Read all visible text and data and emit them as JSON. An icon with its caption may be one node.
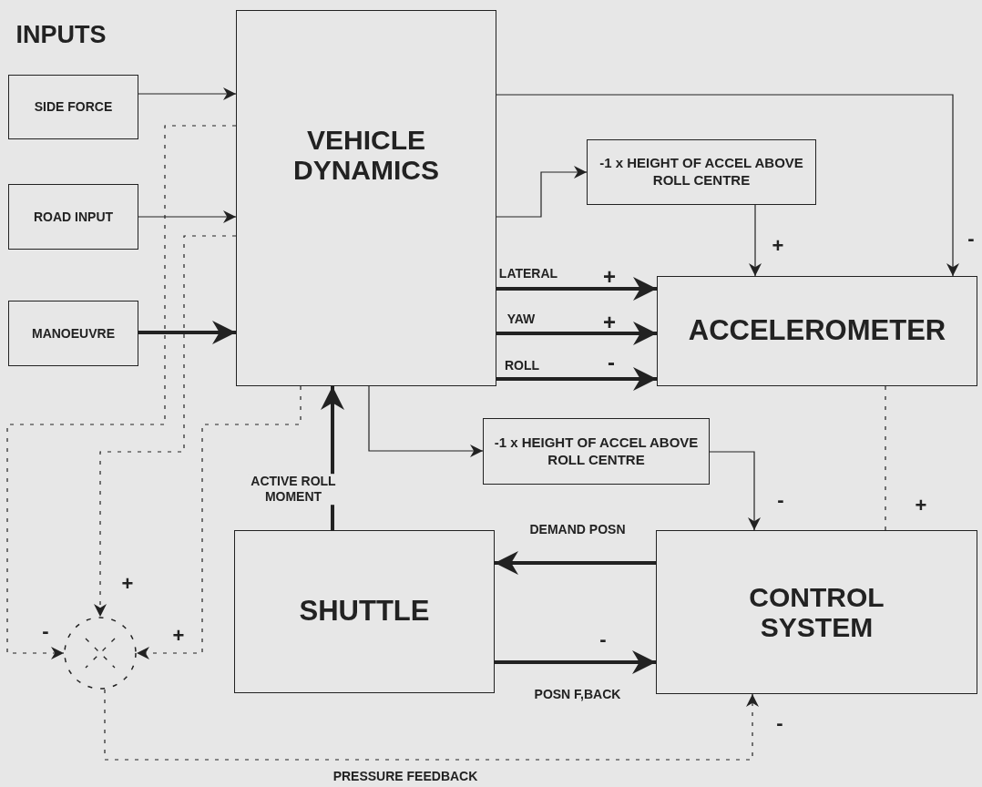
{
  "diagram": {
    "nodes": [
      {
        "text": [
          "SIDE FORCE"
        ]
      },
      {
        "text": [
          "ROAD INPUT"
        ]
      },
      {
        "text": [
          "MANOEUVRE"
        ]
      },
      {
        "text": [
          "VEHICLE DYNAMICS"
        ]
      },
      {
        "text": [
          "-1 x HEIGHT OF ACCEL ABOVE ROLL CENTRE"
        ]
      },
      {
        "text": [
          "ACCELEROMETER"
        ]
      },
      {
        "text": [
          "-1 x HEIGHT OF ACCEL ABOVE ROLL CENTRE"
        ]
      },
      {
        "text": [
          "SHUTTLE"
        ]
      },
      {
        "text": [
          "CONTROL SYSTEM"
        ]
      },
      {
        "text": [],
        "shape": "circle"
      }
    ],
    "edges": [
      {
        "from": 0,
        "to": 3,
        "arrow": "to"
      },
      {
        "from": 1,
        "to": 3,
        "arrow": "to"
      },
      {
        "from": 2,
        "to": 3,
        "arrow": "to",
        "style": "thick"
      },
      {
        "from": 3,
        "to": 5,
        "arrow": "to",
        "style": "thick",
        "label": "LATERAL"
      },
      {
        "from": 3,
        "to": 5,
        "arrow": "to",
        "style": "thick",
        "label": "YAW"
      },
      {
        "from": 3,
        "to": 5,
        "arrow": "to",
        "style": "thick",
        "label": "ROLL"
      },
      {
        "from": 3,
        "to": 4,
        "arrow": "to"
      },
      {
        "from": 3,
        "to": 5,
        "arrow": "to"
      },
      {
        "from": 4,
        "to": 5,
        "arrow": "to"
      },
      {
        "from": 3,
        "to": 6,
        "arrow": "to"
      },
      {
        "from": 6,
        "to": 8,
        "arrow": "to"
      },
      {
        "from": 5,
        "to": 8,
        "arrow": "none",
        "style": "dashed"
      },
      {
        "from": 8,
        "to": 7,
        "arrow": "to",
        "style": "thick",
        "label": "DEMAND POSN"
      },
      {
        "from": 7,
        "to": 8,
        "arrow": "to",
        "style": "thick",
        "label": "POSN F,BACK"
      },
      {
        "from": 7,
        "to": 3,
        "arrow": "to",
        "style": "thick",
        "label": "ACTIVE ROLL MOMENT"
      },
      {
        "from": 9,
        "to": 8,
        "arrow": "to",
        "style": "dashed",
        "label": "PRESSURE FEEDBACK"
      },
      {
        "from": 3,
        "to": 9,
        "arrow": "to",
        "style": "dashed"
      },
      {
        "from": 3,
        "to": 9,
        "arrow": "to",
        "style": "dashed"
      },
      {
        "from": 3,
        "to": 9,
        "arrow": "to",
        "style": "dashed"
      }
    ],
    "labels": [
      "INPUTS",
      "-",
      "+",
      "+",
      "+",
      "-",
      "-",
      "+",
      "+",
      "-",
      "+",
      "-",
      "-"
    ]
  }
}
